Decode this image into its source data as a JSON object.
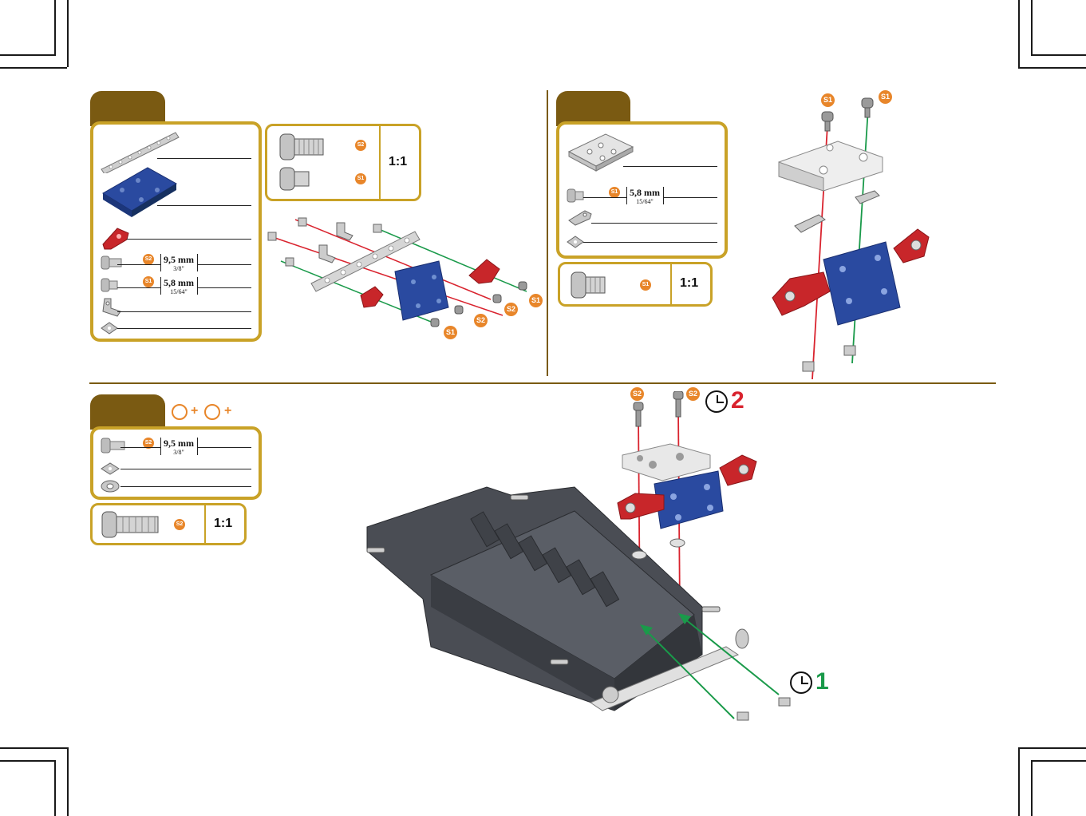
{
  "colors": {
    "tab_brown": "#7a5a12",
    "panel_gold": "#c9a227",
    "badge_orange": "#e8862a",
    "axis_red": "#d9232e",
    "axis_green": "#1a9a4a",
    "part_blue": "#2a4aa0",
    "part_red": "#c8262a",
    "chassis_dark": "#3c3f45"
  },
  "step_a": {
    "parts": [
      {
        "icon": "perforated-strip-icon"
      },
      {
        "icon": "blue-plate-icon"
      },
      {
        "icon": "red-bracket-icon"
      },
      {
        "icon": "screw-icon",
        "badge": "S2",
        "length": "9,5 mm",
        "inch": "3/8\""
      },
      {
        "icon": "screw-icon",
        "badge": "S1",
        "length": "5,8 mm",
        "inch": "15/64\""
      },
      {
        "icon": "angle-bracket-icon"
      },
      {
        "icon": "square-nut-icon"
      }
    ],
    "scale": {
      "screws": [
        {
          "badge": "S2"
        },
        {
          "badge": "S1"
        }
      ],
      "ratio": "1:1"
    },
    "callouts": [
      "S1",
      "S2",
      "S2",
      "S1"
    ]
  },
  "step_b": {
    "parts": [
      {
        "icon": "silver-block-icon"
      },
      {
        "icon": "screw-icon",
        "badge": "S1",
        "length": "5,8 mm",
        "inch": "15/64\""
      },
      {
        "icon": "angle-bracket-icon"
      },
      {
        "icon": "square-nut-icon"
      }
    ],
    "scale": {
      "badge": "S1",
      "ratio": "1:1"
    },
    "callouts": [
      "S1",
      "S1"
    ]
  },
  "step_c": {
    "prereq_plus_1": "+",
    "prereq_plus_2": "+",
    "parts": [
      {
        "icon": "screw-icon",
        "badge": "S2",
        "length": "9,5 mm",
        "inch": "3/8\""
      },
      {
        "icon": "square-nut-icon"
      },
      {
        "icon": "washer-icon"
      }
    ],
    "scale": {
      "badge": "S2",
      "ratio": "1:1"
    },
    "callouts": [
      "S2",
      "S2"
    ],
    "timer_second": "2",
    "timer_first": "1"
  }
}
